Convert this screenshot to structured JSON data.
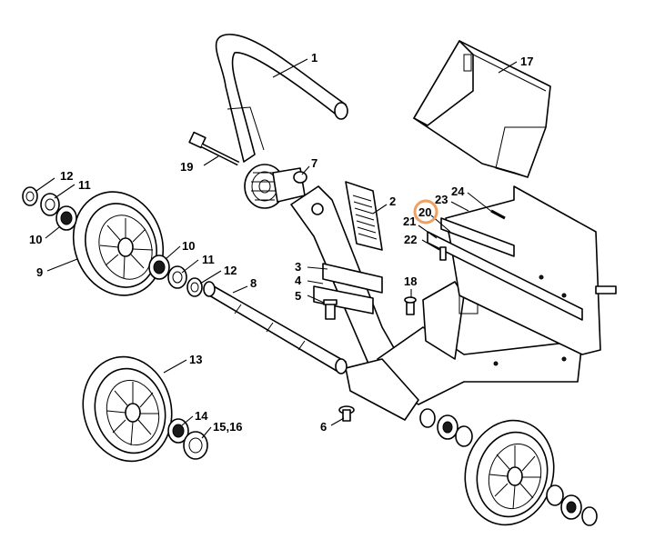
{
  "diagram": {
    "labels": {
      "p1": "1",
      "p2": "2",
      "p3": "3",
      "p4": "4",
      "p5": "5",
      "p6": "6",
      "p7": "7",
      "p8": "8",
      "p9": "9",
      "p10a": "10",
      "p10b": "10",
      "p11a": "11",
      "p11b": "11",
      "p12a": "12",
      "p12b": "12",
      "p13": "13",
      "p14": "14",
      "p15_16": "15,16",
      "p17": "17",
      "p18": "18",
      "p19": "19",
      "p20": "20",
      "p21": "21",
      "p22": "22",
      "p23": "23",
      "p24": "24"
    },
    "highlight_color": "#f0a060"
  }
}
